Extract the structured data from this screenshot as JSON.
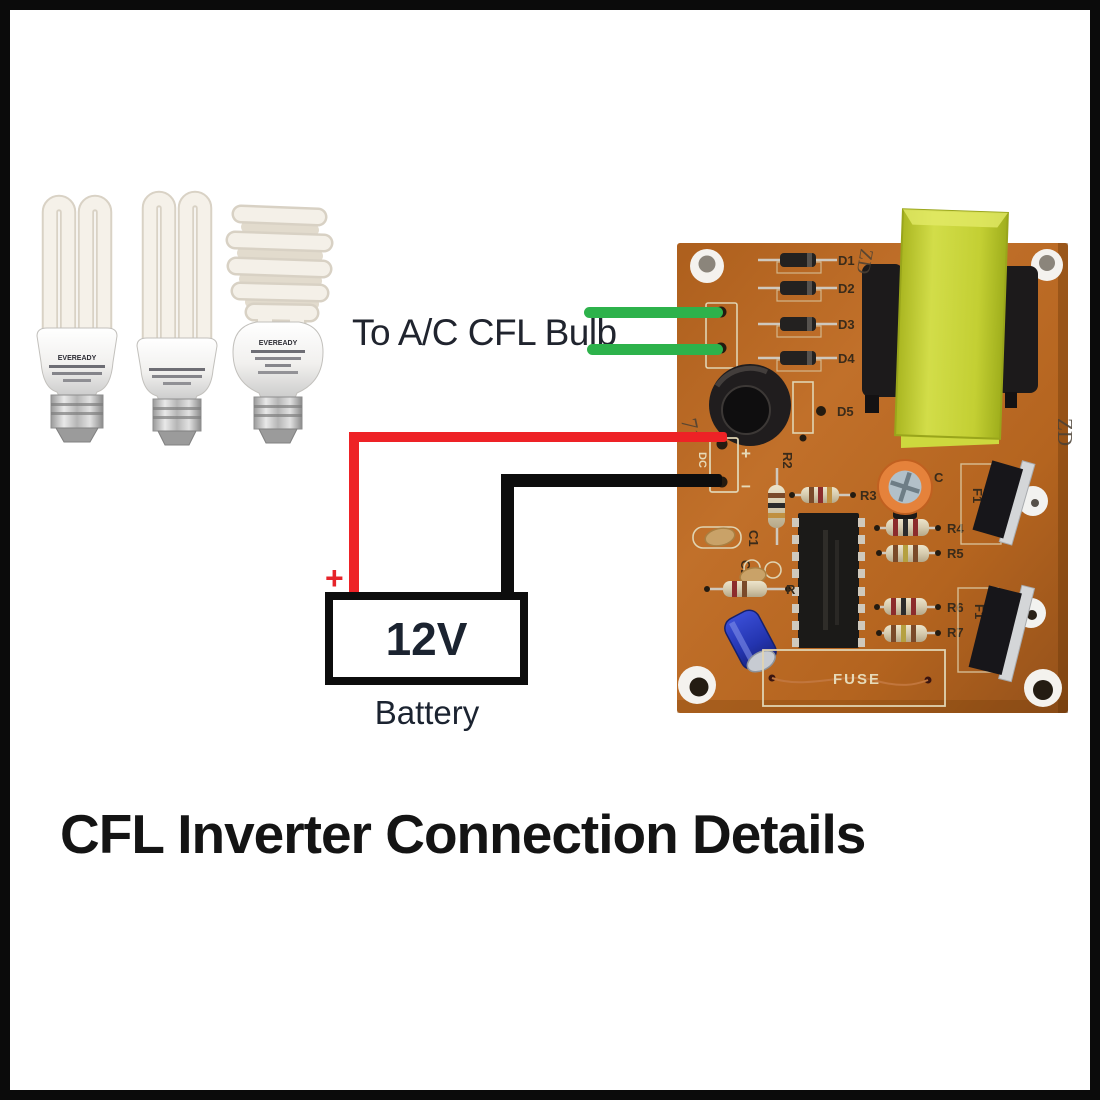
{
  "title": "CFL Inverter Connection Details",
  "annotations": {
    "to_ac_bulb": "To A/C CFL Bulb",
    "battery_voltage": "12V",
    "battery_caption": "Battery",
    "battery_positive": "+"
  },
  "wire_colors": {
    "positive_wire": "#ee2226",
    "negative_wire": "#0d0d0d",
    "ac_output_wire": "#2db24b"
  },
  "bulbs": {
    "left_brand": "EVEREADY",
    "right_brand": "EVEREADY"
  },
  "pcb": {
    "board_color": "#b4641f",
    "diodes": [
      "D1",
      "D2",
      "D3",
      "D4",
      "D5"
    ],
    "resistors": [
      "R2",
      "R3",
      "R4",
      "R5",
      "R6",
      "R7"
    ],
    "resistor_partial": "R",
    "capacitors": [
      "C1",
      "C2"
    ],
    "capacitor_partial": "C",
    "fet_label": "F1",
    "fuse_label": "FUSE",
    "dc_label": "DC",
    "dc_plus": "+",
    "dc_minus": "−",
    "handwritten_zd": "ZD",
    "handwritten_71": "71"
  }
}
